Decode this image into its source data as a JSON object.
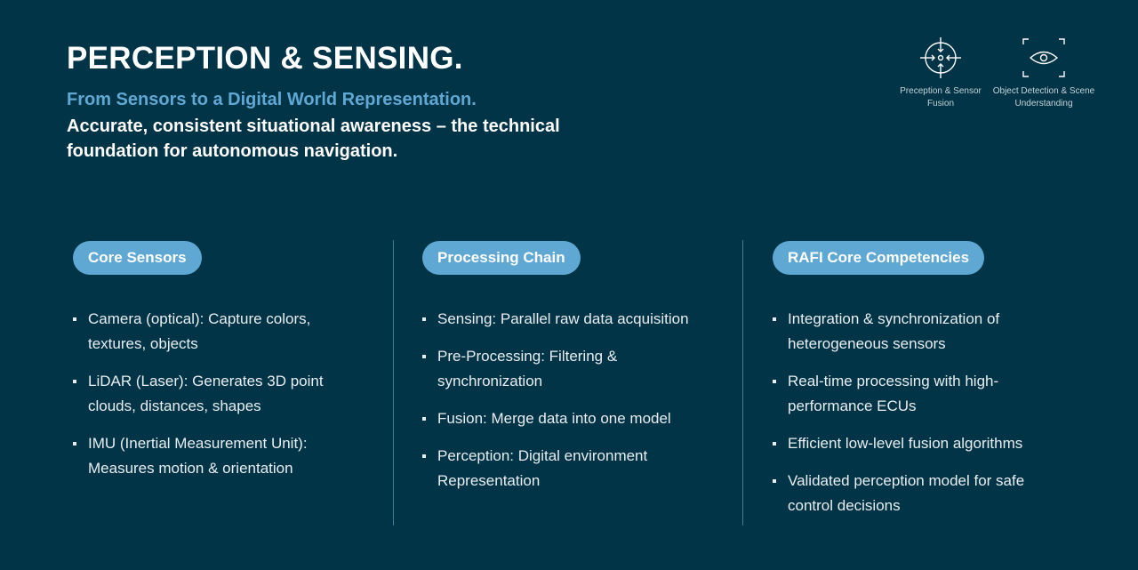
{
  "header": {
    "title": "PERCEPTION & SENSING.",
    "subtitle": "From Sensors to a Digital World Representation.",
    "description": "Accurate, consistent situational awareness – the technical foundation for autonomous navigation."
  },
  "icons": [
    {
      "icon": "crosshair-arrows-icon",
      "label": "Preception & Sensor Fusion"
    },
    {
      "icon": "eye-frame-icon",
      "label": "Object Detection & Scene Understanding"
    }
  ],
  "columns": [
    {
      "heading": "Core Sensors",
      "items": [
        "Camera (optical): Capture colors, textures, objects",
        "LiDAR (Laser): Generates 3D point clouds, distances, shapes",
        "IMU (Inertial Measurement Unit): Measures motion & orientation"
      ]
    },
    {
      "heading": "Processing Chain",
      "items": [
        "Sensing: Parallel raw data acquisition",
        "Pre-Processing: Filtering & synchronization",
        "Fusion: Merge data into one model",
        "Perception: Digital environment Representation"
      ]
    },
    {
      "heading": "RAFI Core Competencies",
      "items": [
        "Integration & synchronization of heterogeneous sensors",
        "Real-time processing with high-performance ECUs",
        "Efficient low-level fusion algorithms",
        "Validated perception model for safe control decisions"
      ]
    }
  ],
  "colors": {
    "background": "#013446",
    "accent": "#5fa8d3"
  }
}
